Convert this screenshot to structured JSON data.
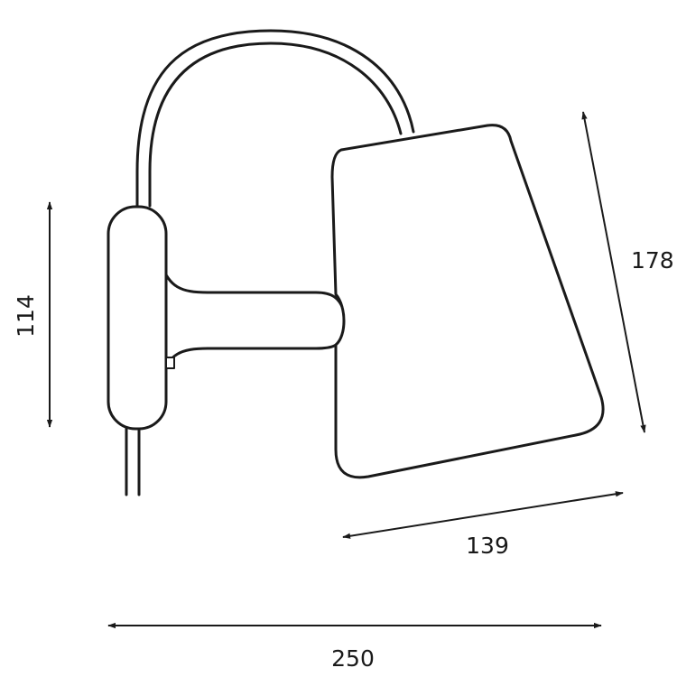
{
  "dimensions": {
    "height_label": "114",
    "shade_height_label": "178",
    "shade_width_label": "139",
    "total_width_label": "250"
  },
  "colors": {
    "line": "#1a1a1a",
    "background": "#ffffff"
  }
}
